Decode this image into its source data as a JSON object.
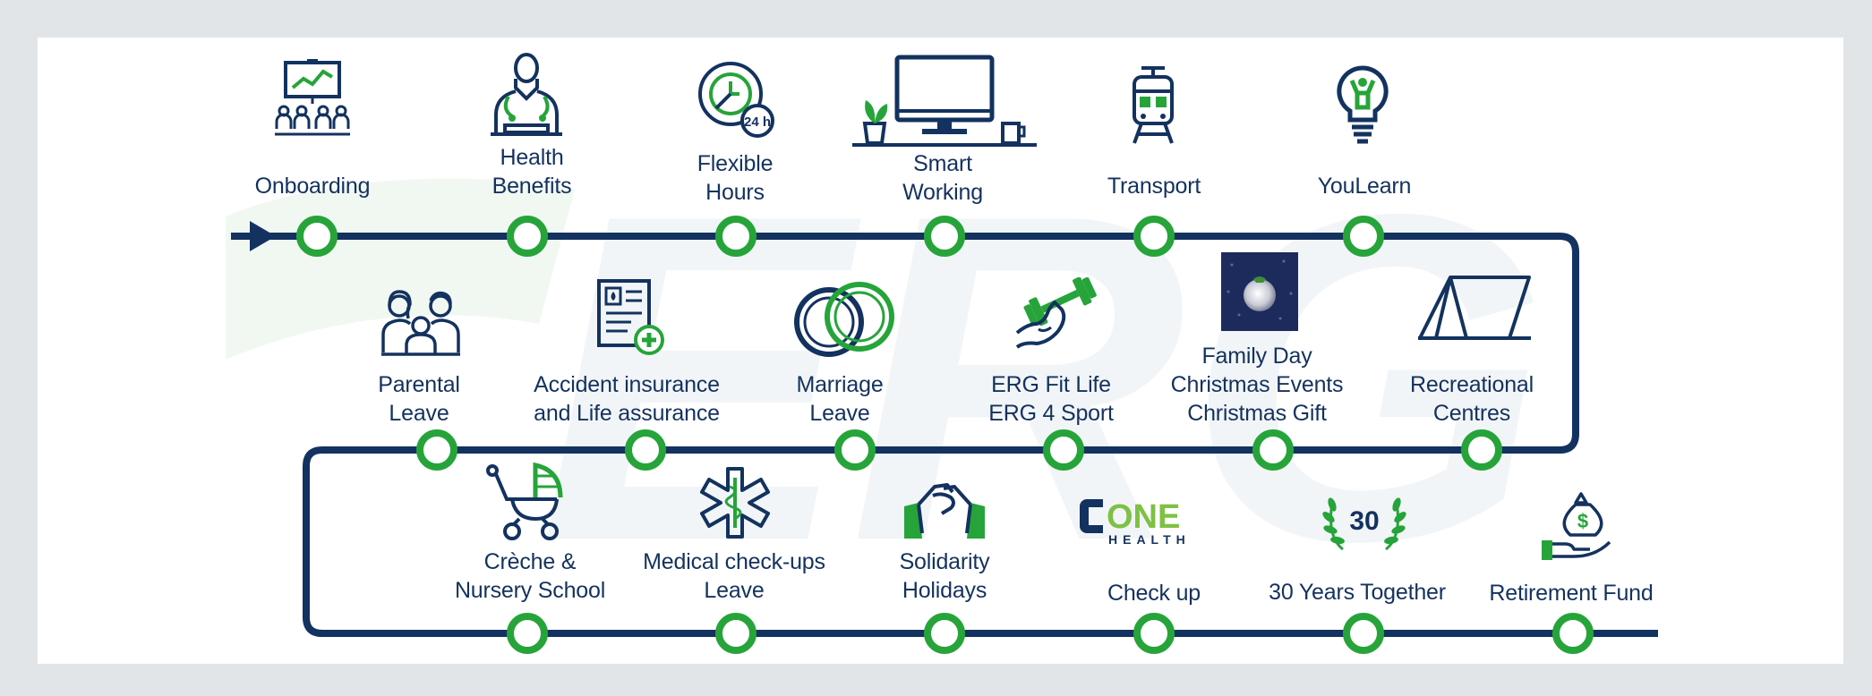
{
  "colors": {
    "navy": "#13325f",
    "green": "#26a43a",
    "background": "#e1e5e8",
    "card": "#ffffff"
  },
  "watermark": {
    "text": "ERG"
  },
  "row1": [
    {
      "id": "onboarding",
      "lines": [
        "Onboarding"
      ],
      "icon": "presentation-icon"
    },
    {
      "id": "health",
      "lines": [
        "Health",
        "Benefits"
      ],
      "icon": "doctor-icon"
    },
    {
      "id": "flexible",
      "lines": [
        "Flexible",
        "Hours"
      ],
      "icon": "clock-24h-icon"
    },
    {
      "id": "smart",
      "lines": [
        "Smart",
        "Working"
      ],
      "icon": "computer-desk-icon"
    },
    {
      "id": "transport",
      "lines": [
        "Transport"
      ],
      "icon": "tram-icon"
    },
    {
      "id": "youlearn",
      "lines": [
        "YouLearn"
      ],
      "icon": "lightbulb-person-icon"
    }
  ],
  "row2": [
    {
      "id": "parental",
      "lines": [
        "Parental",
        "Leave"
      ],
      "icon": "family-icon"
    },
    {
      "id": "accident",
      "lines": [
        "Accident insurance",
        "and Life assurance"
      ],
      "icon": "insurance-document-icon"
    },
    {
      "id": "marriage",
      "lines": [
        "Marriage",
        "Leave"
      ],
      "icon": "wedding-rings-icon"
    },
    {
      "id": "fitlife",
      "lines": [
        "ERG Fit Life",
        "ERG 4 Sport"
      ],
      "icon": "dumbbell-arm-icon"
    },
    {
      "id": "family",
      "lines": [
        "Family Day",
        "Christmas Events",
        "Christmas Gift"
      ],
      "icon": "christmas-ornament-photo-icon"
    },
    {
      "id": "recreational",
      "lines": [
        "Recreational",
        "Centres"
      ],
      "icon": "tent-icon"
    }
  ],
  "row3": [
    {
      "id": "creche",
      "lines": [
        "Crèche &",
        "Nursery School"
      ],
      "icon": "baby-stroller-icon"
    },
    {
      "id": "medical",
      "lines": [
        "Medical check-ups",
        "Leave"
      ],
      "icon": "star-of-life-icon"
    },
    {
      "id": "solidarity",
      "lines": [
        "Solidarity",
        "Holidays"
      ],
      "icon": "handshake-icon"
    },
    {
      "id": "checkup",
      "lines": [
        "Check up"
      ],
      "icon": "one-health-logo-icon",
      "logo_text": {
        "one": "ONE",
        "health": "HEALTH"
      }
    },
    {
      "id": "years30",
      "lines": [
        "30 Years Together"
      ],
      "icon": "laurel-30-icon",
      "badge": "30"
    },
    {
      "id": "retirement",
      "lines": [
        "Retirement Fund"
      ],
      "icon": "money-bag-hand-icon",
      "badge": "$"
    }
  ]
}
